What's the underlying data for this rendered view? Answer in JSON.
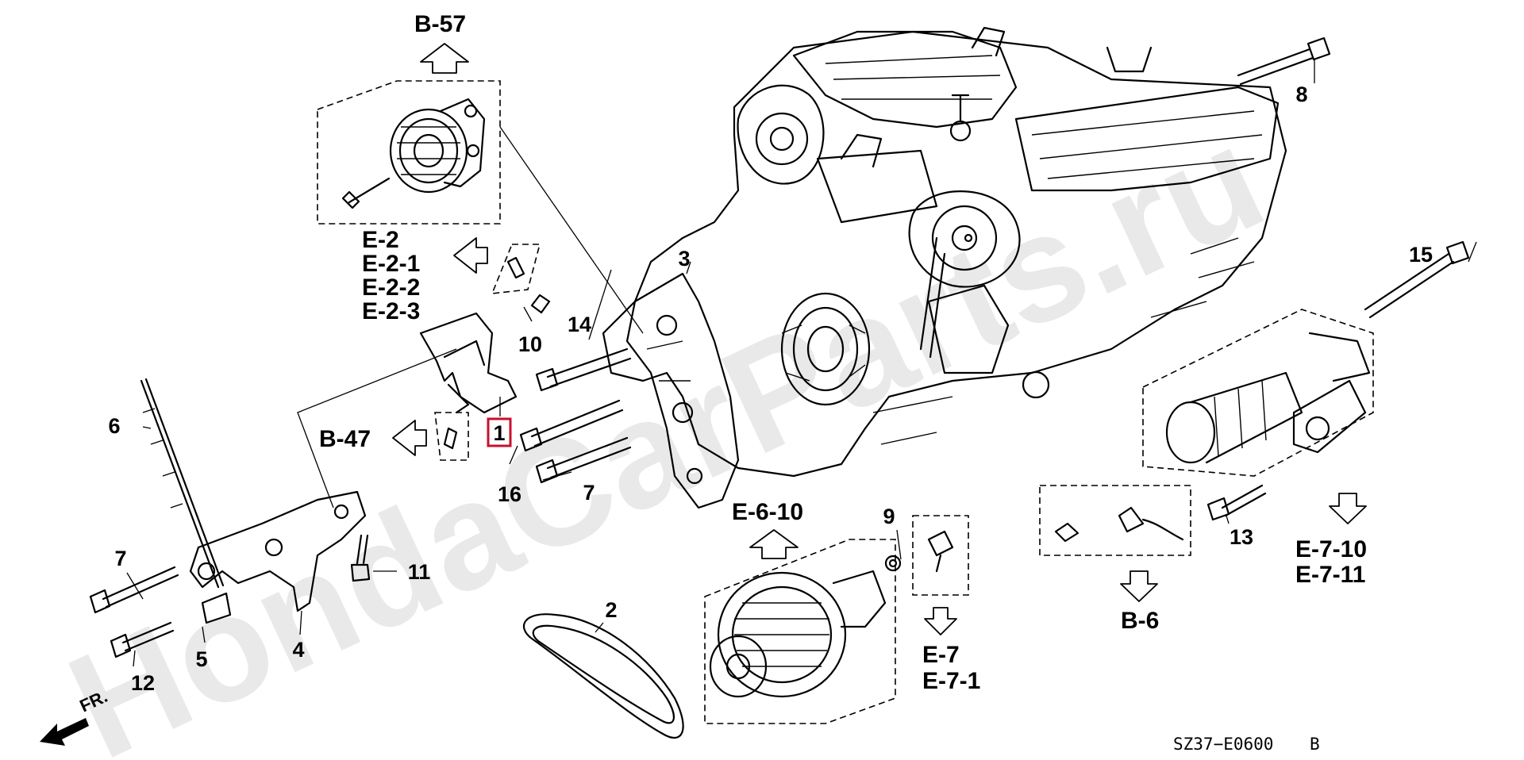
{
  "watermark": "HondaCarParts.ru",
  "diagram_code": "SZ37−E0600",
  "diagram_revision": "B",
  "front_marker": "FR.",
  "references": {
    "b57": "B-57",
    "e2": "E-2",
    "e2_1": "E-2-1",
    "e2_2": "E-2-2",
    "e2_3": "E-2-3",
    "b47": "B-47",
    "e6_10": "E-6-10",
    "e7": "E-7",
    "e7_1": "E-7-1",
    "b6": "B-6",
    "e7_10": "E-7-10",
    "e7_11": "E-7-11"
  },
  "callouts": {
    "p1": "1",
    "p2": "2",
    "p3": "3",
    "p4": "4",
    "p5": "5",
    "p6": "6",
    "p7a": "7",
    "p7b": "7",
    "p8": "8",
    "p9": "9",
    "p10": "10",
    "p11": "11",
    "p12": "12",
    "p13": "13",
    "p14": "14",
    "p15": "15",
    "p16": "16"
  },
  "highlight_color": "#c8102e"
}
